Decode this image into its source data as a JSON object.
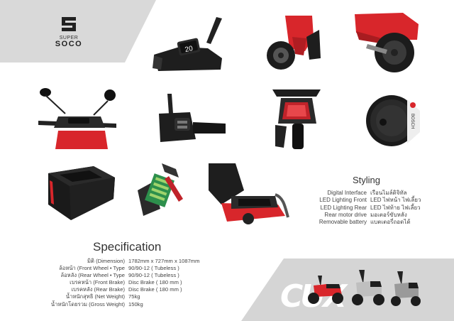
{
  "brand": {
    "top": "SUPER",
    "bottom": "SOCO"
  },
  "styling": {
    "title": "Styling",
    "rows": [
      {
        "label": "Digital Interface",
        "value": "เรือนไมล์ดิจิทัล"
      },
      {
        "label": "LED Lighting Front",
        "value": "LED ไฟหน้า ไฟเลี้ยว"
      },
      {
        "label": "LED Lighting Rear",
        "value": "LED ไฟท้าย ไฟเลี้ยว"
      },
      {
        "label": "Rear motor drive",
        "value": "มอเตอร์ขับหลัง"
      },
      {
        "label": "Removable battery",
        "value": "แบตเตอรี่ถอดได้"
      }
    ]
  },
  "specification": {
    "title": "Specification",
    "rows": [
      {
        "label": "มิติ (Dimension)",
        "value": "1782mm x 727mm x 1087mm"
      },
      {
        "label": "ล้อหน้า (Front Wheel • Type",
        "value": "90/90-12 ( Tubeless )"
      },
      {
        "label": "ล้อหลัง (Rear Wheel • Type",
        "value": "90/90-12 ( Tubeless )"
      },
      {
        "label": "เบรคหน้า (Front Brake)",
        "value": "Disc Brake ( 180 mm )"
      },
      {
        "label": "เบรคหลัง (Rear Brake)",
        "value": "Disc Brake ( 180 mm )"
      },
      {
        "label": "น้ำหนักสุทธิ (Net Weight)",
        "value": "75kg"
      },
      {
        "label": "น้ำหนักโดยรวม (Gross Weight)",
        "value": "150kg"
      }
    ]
  },
  "dashboard_display": "20",
  "motor_label": "BOSCH",
  "wordmark": "CUX",
  "colors": {
    "accent_red": "#d8262b",
    "dark": "#1e1e1e",
    "panel_gray": "#d9d9d9"
  }
}
